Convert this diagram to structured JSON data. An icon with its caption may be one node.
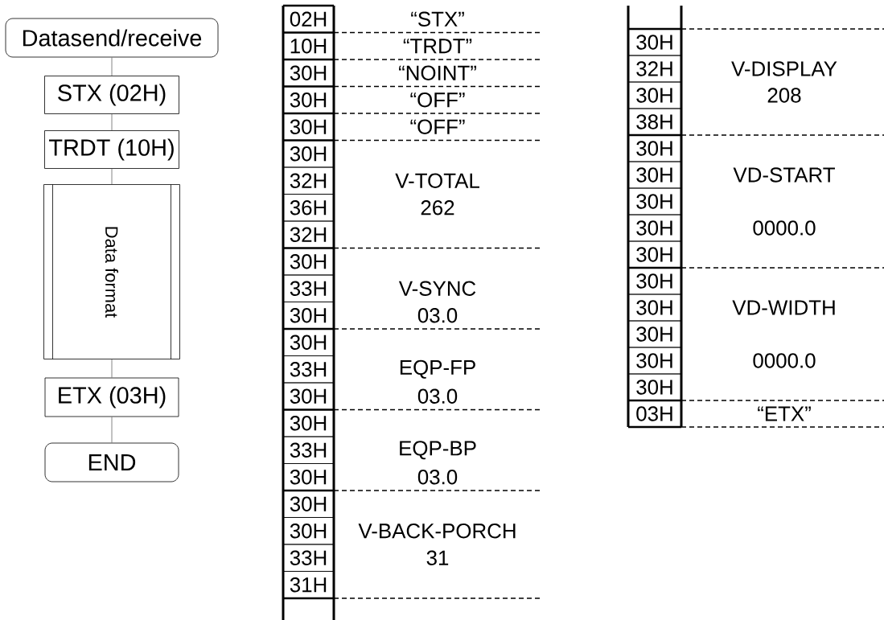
{
  "diagram": {
    "nodes": [
      {
        "text": [
          "Datasend/receive"
        ]
      },
      {
        "text": [
          "STX (02H)"
        ]
      },
      {
        "text": [
          "TRDT (10H)"
        ]
      },
      {
        "text": [
          "Data format"
        ]
      },
      {
        "text": [
          "ETX (03H)"
        ]
      },
      {
        "text": [
          "END"
        ]
      }
    ],
    "edges": [
      {
        "from": 0,
        "to": 1,
        "arrow": "none"
      },
      {
        "from": 1,
        "to": 2,
        "arrow": "none"
      },
      {
        "from": 2,
        "to": 3,
        "arrow": "none"
      },
      {
        "from": 3,
        "to": 4,
        "arrow": "none"
      },
      {
        "from": 4,
        "to": 5,
        "arrow": "none"
      }
    ],
    "labels": [
      "02H",
      "“STX”",
      "10H",
      "“TRDT”",
      "30H",
      "“NOINT”",
      "30H",
      "“OFF”",
      "30H",
      "“OFF”",
      "30H",
      "32H",
      "36H",
      "32H",
      "V-TOTAL",
      "262",
      "30H",
      "33H",
      "30H",
      "V-SYNC",
      "03.0",
      "30H",
      "33H",
      "30H",
      "EQP-FP",
      "03.0",
      "30H",
      "33H",
      "30H",
      "EQP-BP",
      "03.0",
      "30H",
      "30H",
      "33H",
      "31H",
      "V-BACK-PORCH",
      "31",
      "30H",
      "32H",
      "30H",
      "38H",
      "V-DISPLAY",
      "208",
      "30H",
      "30H",
      "30H",
      "30H",
      "30H",
      "VD-START",
      "0000.0",
      "30H",
      "30H",
      "30H",
      "30H",
      "30H",
      "VD-WIDTH",
      "0000.0",
      "03H",
      "“ETX”"
    ]
  }
}
